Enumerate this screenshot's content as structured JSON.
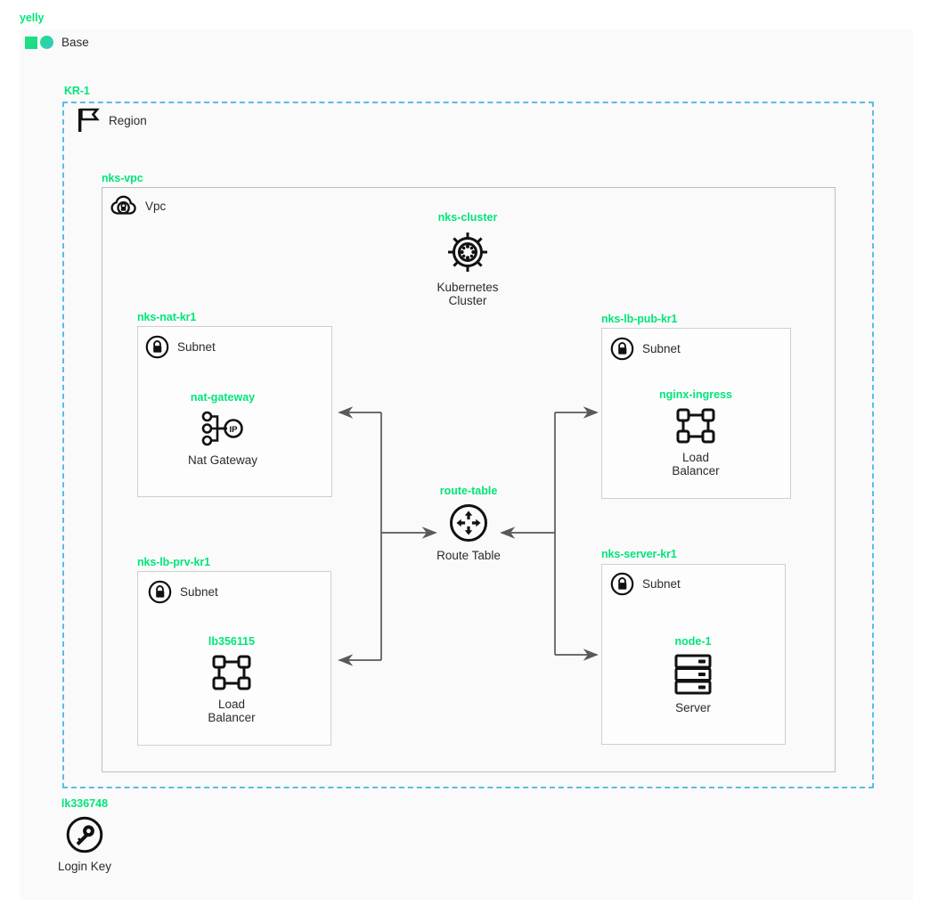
{
  "diagram": {
    "root_label": "yelly",
    "base": {
      "label": "Base",
      "icon": "base-logo-icon"
    },
    "region": {
      "label": "KR-1",
      "caption": "Region",
      "icon": "flag-icon"
    },
    "vpc": {
      "label": "nks-vpc",
      "caption": "Vpc",
      "icon": "cloud-lock-icon"
    },
    "cluster": {
      "label": "nks-cluster",
      "caption_line1": "Kubernetes",
      "caption_line2": "Cluster",
      "icon": "kubernetes-helm-icon"
    },
    "route_table": {
      "label": "route-table",
      "caption": "Route Table",
      "icon": "route-table-icon"
    },
    "login_key": {
      "label": "lk336748",
      "caption": "Login Key",
      "icon": "key-circle-icon"
    },
    "subnets": [
      {
        "label": "nks-nat-kr1",
        "caption": "Subnet",
        "icon": "subnet-lock-icon",
        "resource": {
          "label": "nat-gateway",
          "caption": "Nat Gateway",
          "icon": "nat-gateway-icon"
        }
      },
      {
        "label": "nks-lb-pub-kr1",
        "caption": "Subnet",
        "icon": "subnet-lock-icon",
        "resource": {
          "label": "nginx-ingress",
          "caption_line1": "Load",
          "caption_line2": "Balancer",
          "icon": "load-balancer-icon"
        }
      },
      {
        "label": "nks-lb-prv-kr1",
        "caption": "Subnet",
        "icon": "subnet-lock-icon",
        "resource": {
          "label": "lb356115",
          "caption_line1": "Load",
          "caption_line2": "Balancer",
          "icon": "load-balancer-icon"
        }
      },
      {
        "label": "nks-server-kr1",
        "caption": "Subnet",
        "icon": "subnet-lock-icon",
        "resource": {
          "label": "node-1",
          "caption": "Server",
          "icon": "server-rack-icon"
        }
      }
    ],
    "colors": {
      "accent_green": "#00e57a",
      "region_dash": "#5bbbe8",
      "container_border": "#bdbdbd",
      "connector": "#595959",
      "panel_bg": "#fafafa",
      "text": "#2b2b2b"
    }
  }
}
